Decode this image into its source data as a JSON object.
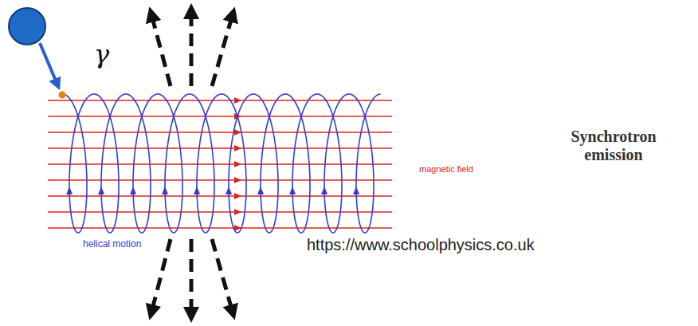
{
  "diagram": {
    "labels": [
      "γ",
      "magnetic field",
      "helical motion",
      "Synchrotron emission",
      "https://www.schoolphysics.co.uk"
    ]
  }
}
